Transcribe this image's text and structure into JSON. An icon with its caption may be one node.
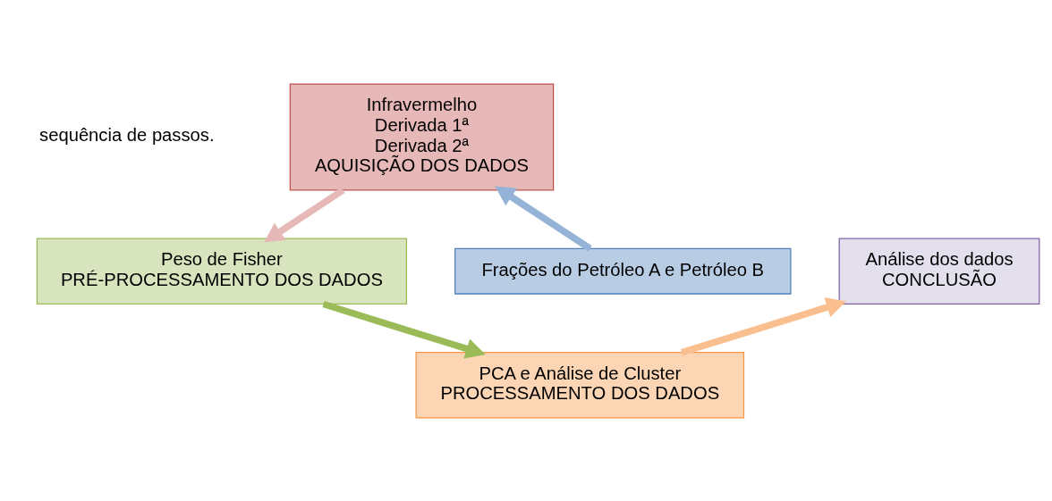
{
  "diagram": {
    "nodes": [
      {
        "text": [
          "Infravermelho",
          "Derivada 1ª",
          "Derivada 2ª",
          "AQUISIÇÃO DOS DADOS"
        ]
      },
      {
        "text": [
          "Frações do Petróleo A e Petróleo B"
        ]
      },
      {
        "text": [
          "Peso de Fisher",
          "PRÉ-PROCESSAMENTO DOS DADOS"
        ]
      },
      {
        "text": [
          "PCA e Análise de Cluster",
          "PROCESSAMENTO DOS DADOS"
        ]
      },
      {
        "text": [
          "Análise dos dados",
          "CONCLUSÃO"
        ]
      }
    ],
    "edges": [
      {
        "from": 1,
        "to": 0,
        "arrow": "to",
        "color": "#95b3d7"
      },
      {
        "from": 0,
        "to": 2,
        "arrow": "to",
        "color": "#e6b9b8"
      },
      {
        "from": 2,
        "to": 3,
        "arrow": "to",
        "color": "#9bbb59"
      },
      {
        "from": 3,
        "to": 4,
        "arrow": "to",
        "color": "#fabf8f"
      }
    ],
    "labels": [
      "sequência de passos."
    ]
  }
}
